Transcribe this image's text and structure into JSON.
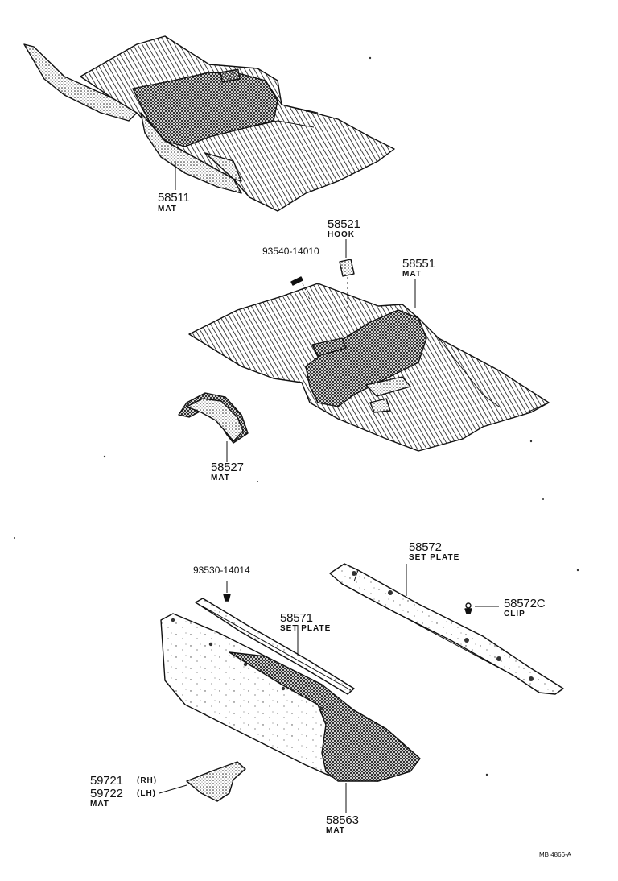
{
  "parts": [
    {
      "id": "mat-58511",
      "number": "58511",
      "name": "MAT"
    },
    {
      "id": "hook-58521",
      "number": "58521",
      "name": "HOOK"
    },
    {
      "id": "screw-93540",
      "number": "93540-14010"
    },
    {
      "id": "mat-58551",
      "number": "58551",
      "name": "MAT"
    },
    {
      "id": "mat-58527",
      "number": "58527",
      "name": "MAT"
    },
    {
      "id": "plate-58572",
      "number": "58572",
      "name": "SET PLATE"
    },
    {
      "id": "screw-93530",
      "number": "93530-14014"
    },
    {
      "id": "clip-58572c",
      "number": "58572C",
      "name": "CLIP"
    },
    {
      "id": "plate-58571",
      "number": "58571",
      "name": "SET PLATE"
    },
    {
      "id": "mat-5972x",
      "number_rh": "59721",
      "side_rh": "(RH)",
      "number_lh": "59722",
      "side_lh": "(LH)",
      "name": "MAT"
    },
    {
      "id": "mat-58563",
      "number": "58563",
      "name": "MAT"
    }
  ],
  "drawing_code": "MB 4866-A"
}
